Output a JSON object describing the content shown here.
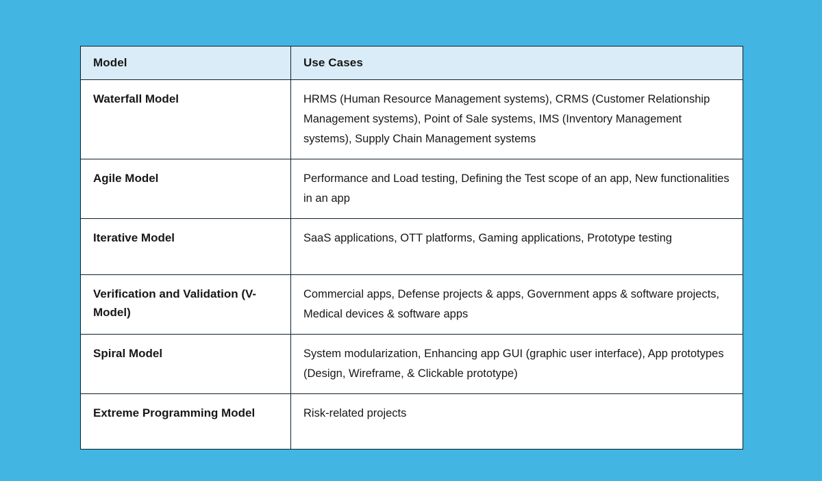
{
  "theme": {
    "page_background": "#42b5e2",
    "header_background": "#d9ecf7",
    "cell_background": "#ffffff",
    "border_color": "#0d1f2d",
    "text_color": "#171717"
  },
  "table": {
    "columns": [
      {
        "label": "Model"
      },
      {
        "label": "Use Cases"
      }
    ],
    "rows": [
      {
        "model": "Waterfall Model",
        "use_cases": "HRMS (Human Resource Management systems), CRMS (Customer Relationship Management systems), Point of Sale systems, IMS (Inventory Management systems), Supply Chain Management systems"
      },
      {
        "model": "Agile Model",
        "use_cases": "Performance and Load testing, Defining the Test scope of an app, New functionalities in an app"
      },
      {
        "model": "Iterative Model",
        "use_cases": "SaaS applications, OTT platforms, Gaming applications, Prototype testing"
      },
      {
        "model": "Verification and Validation (V-Model)",
        "use_cases": "Commercial apps, Defense projects & apps, Government apps & software projects, Medical devices & software apps"
      },
      {
        "model": "Spiral Model",
        "use_cases": "System modularization, Enhancing app GUI (graphic user interface), App prototypes (Design, Wireframe, & Clickable prototype)"
      },
      {
        "model": "Extreme Programming Model",
        "use_cases": "Risk-related projects"
      }
    ]
  }
}
